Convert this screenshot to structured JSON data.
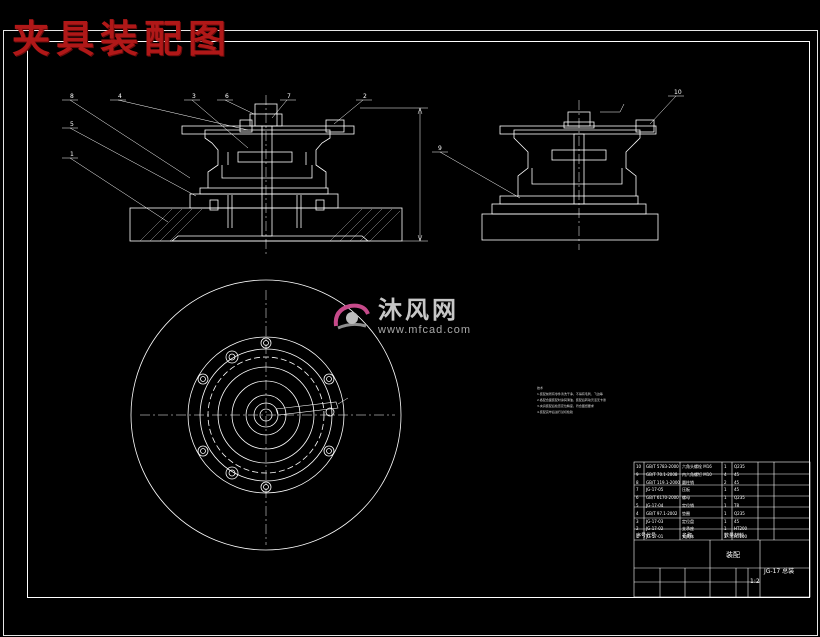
{
  "title_overlay": "夹具装配图",
  "watermark": {
    "brand_cn": "沐风网",
    "url": "www.mfcad.com"
  },
  "callouts_front": [
    "8",
    "4",
    "3",
    "6",
    "7",
    "2",
    "5",
    "1"
  ],
  "callouts_side": [
    "10",
    "9"
  ],
  "notes": {
    "heading": "技术",
    "lines": [
      "1.装配前所有零件清洗干净，不得有毛刺、飞边等",
      "2.各配合面装配时涂润滑油，装配后转动灵活无卡滞",
      "3.夹具装配后检查定位精度，符合图纸要求",
      "4.装配完毕后进行试切检验"
    ]
  },
  "title_block": {
    "drawing_name": "装配",
    "drawing_code": "JG-17 总装",
    "scale": "1:2",
    "parts_rows": [
      [
        "10",
        "GB/T 5783-2000",
        "六角头螺栓 M16",
        "1",
        "Q235"
      ],
      [
        "9",
        "GB/T 70.1-2008",
        "内六角螺钉 M10",
        "4",
        "45"
      ],
      [
        "8",
        "GB/T 119.1-2000",
        "圆柱销",
        "2",
        "45"
      ],
      [
        "7",
        "JG-17-05",
        "压板",
        "1",
        "45"
      ],
      [
        "6",
        "GB/T 6170-2000",
        "螺母",
        "1",
        "Q235"
      ],
      [
        "5",
        "JG-17-04",
        "定位销",
        "1",
        "T8"
      ],
      [
        "4",
        "GB/T 97.1-2002",
        "垫圈",
        "1",
        "Q235"
      ],
      [
        "3",
        "JG-17-03",
        "定位盘",
        "1",
        "45"
      ],
      [
        "2",
        "JG-17-02",
        "支承座",
        "1",
        "HT200"
      ],
      [
        "1",
        "JG-17-01",
        "夹具体",
        "1",
        "HT200"
      ]
    ],
    "header": [
      "序号",
      "代号",
      "名称",
      "数量",
      "材料"
    ]
  }
}
